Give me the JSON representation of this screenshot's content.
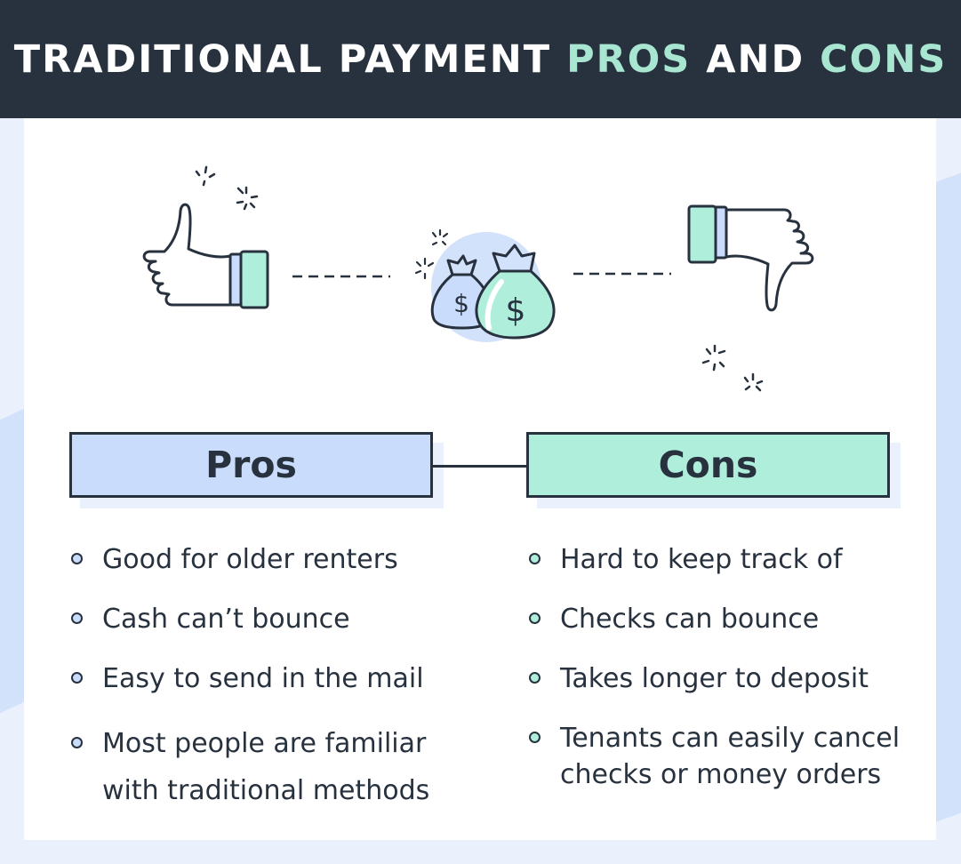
{
  "header": {
    "title_part1": "TRADITIONAL PAYMENT ",
    "title_accent1": "PROS",
    "title_part2": " AND ",
    "title_accent2": "CONS"
  },
  "illustration": {
    "left_icon": "thumbs-up-icon",
    "center_icon": "money-bags-icon",
    "right_icon": "thumbs-down-icon"
  },
  "pros": {
    "heading": "Pros",
    "items": [
      "Good for older renters",
      "Cash can’t bounce",
      "Easy to send in the mail",
      "Most people are familiar with traditional methods"
    ]
  },
  "cons": {
    "heading": "Cons",
    "items": [
      "Hard to keep track of",
      "Checks can bounce",
      "Takes longer to deposit",
      "Tenants can easily cancel checks or money orders"
    ]
  },
  "colors": {
    "header_bg": "#28323f",
    "accent_mint": "#a8e6d2",
    "pros_fill": "#c9dcfc",
    "cons_fill": "#b0eedc",
    "page_bg": "#eaf1fd"
  }
}
